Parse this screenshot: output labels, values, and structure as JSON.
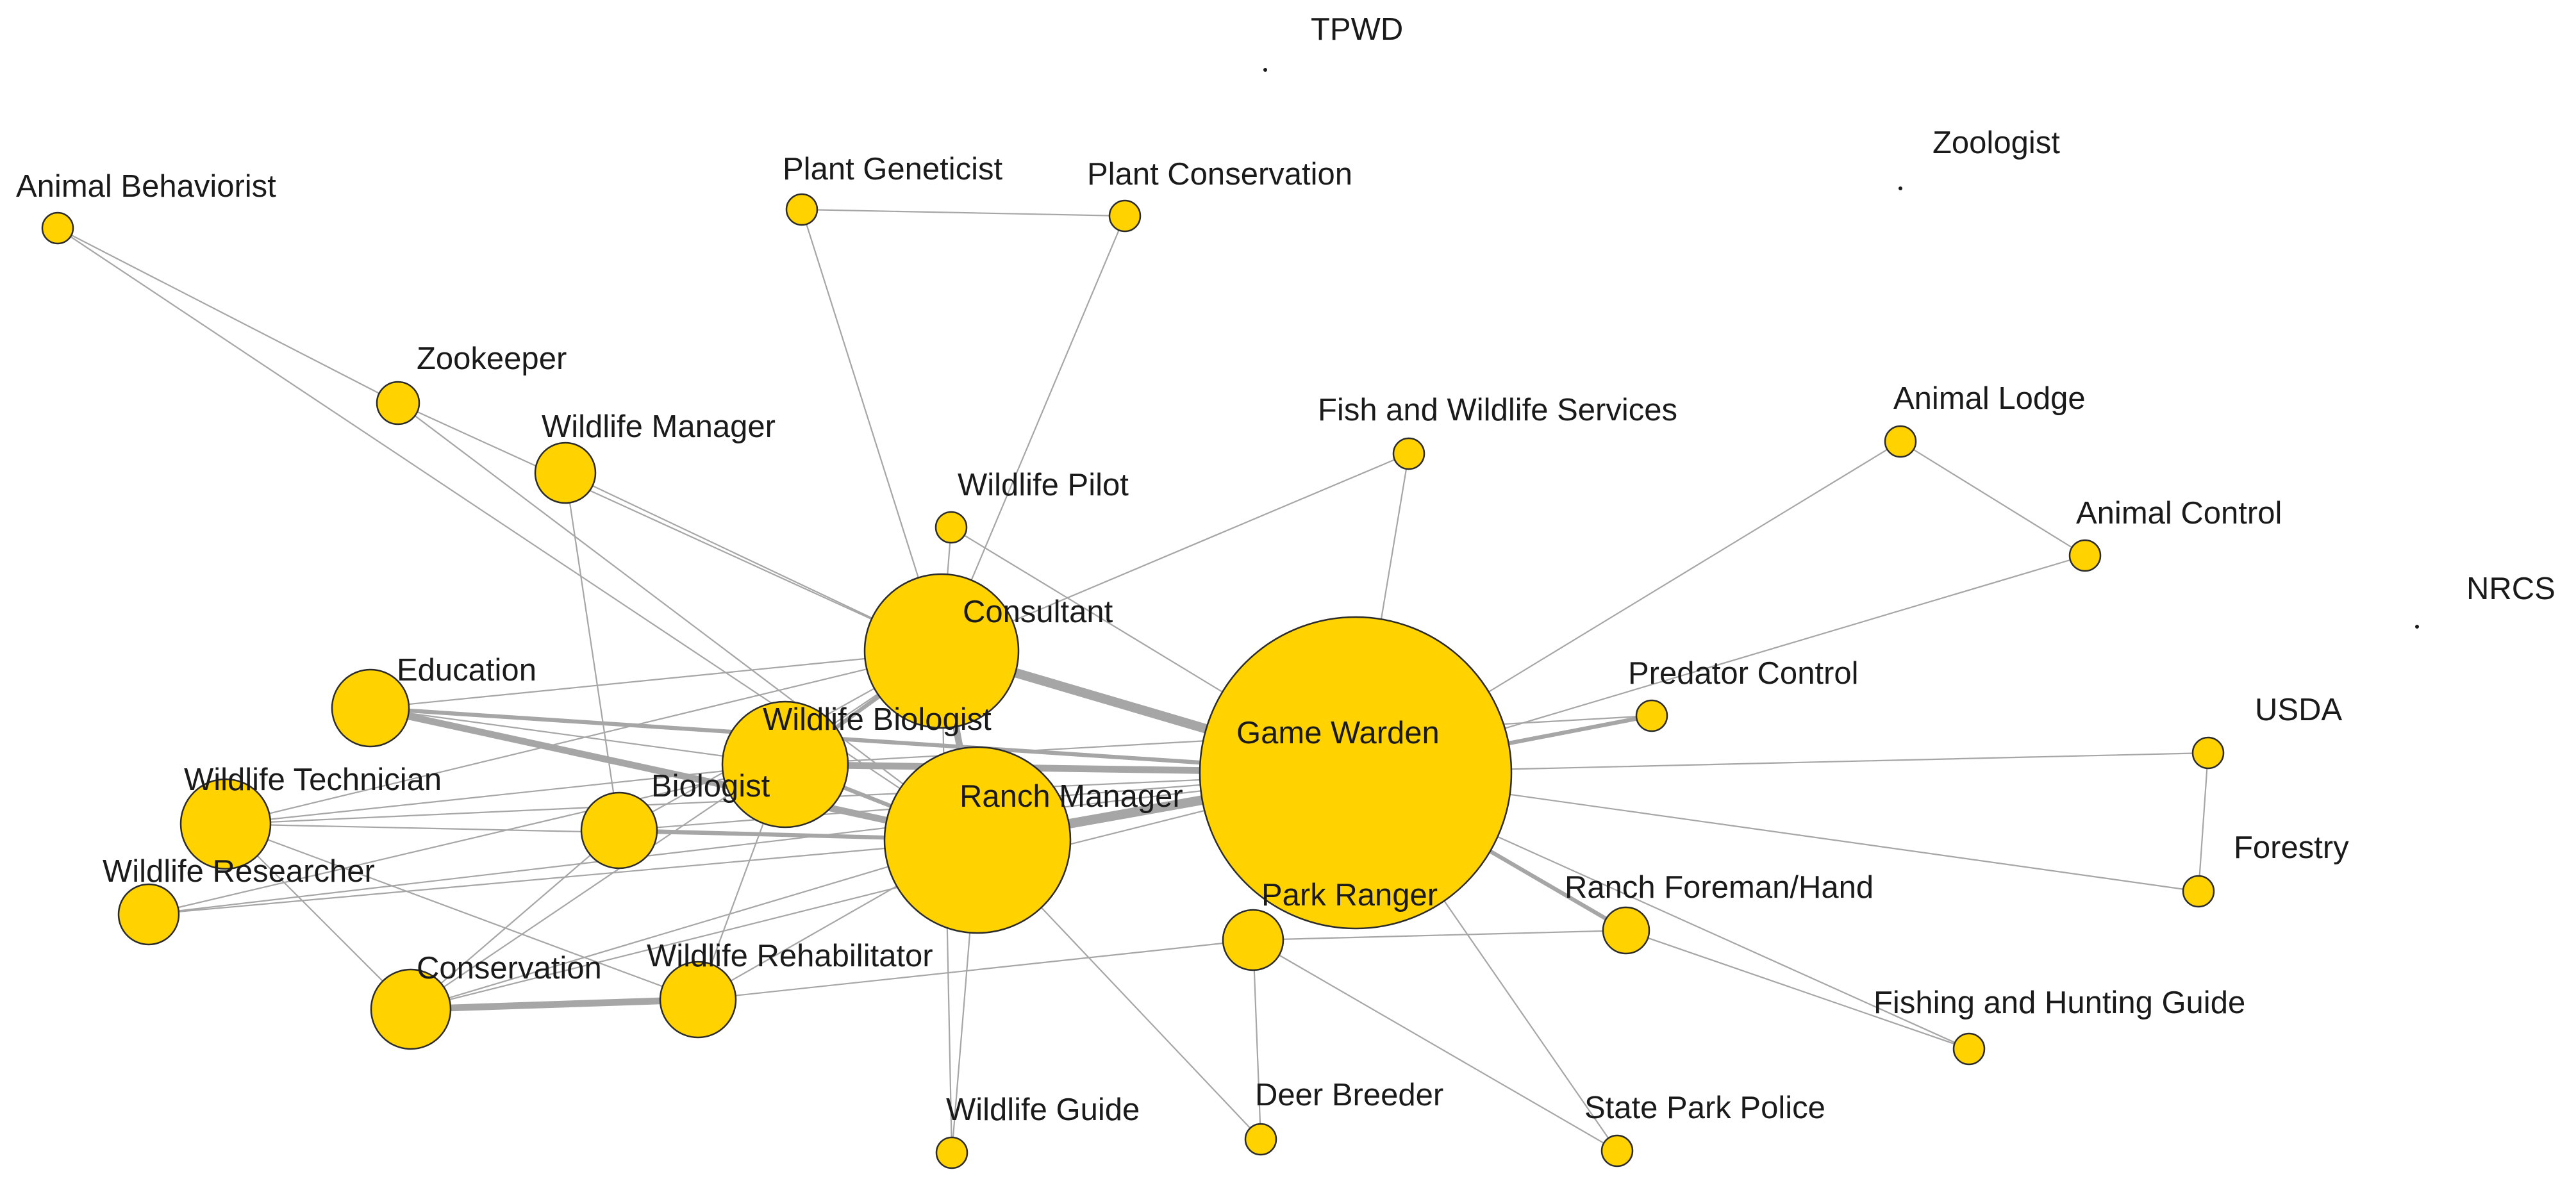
{
  "network": {
    "node_color": "#FFD200",
    "edge_color": "#A6A6A6",
    "nodes": [
      {
        "id": "tpwd",
        "label": "TPWD",
        "degree": 0
      },
      {
        "id": "zoologist",
        "label": "Zoologist",
        "degree": 0
      },
      {
        "id": "nrcs",
        "label": "NRCS",
        "degree": 0
      },
      {
        "id": "animal_behaviorist",
        "label": "Animal Behaviorist",
        "degree": 2
      },
      {
        "id": "plant_geneticist",
        "label": "Plant Geneticist",
        "degree": 2
      },
      {
        "id": "plant_conservation",
        "label": "Plant Conservation",
        "degree": 2
      },
      {
        "id": "zookeeper",
        "label": "Zookeeper",
        "degree": 3
      },
      {
        "id": "wildlife_manager",
        "label": "Wildlife Manager",
        "degree": 5
      },
      {
        "id": "fish_wildlife",
        "label": "Fish and Wildlife Services",
        "degree": 2
      },
      {
        "id": "animal_lodge",
        "label": "Animal Lodge",
        "degree": 2
      },
      {
        "id": "animal_control",
        "label": "Animal Control",
        "degree": 2
      },
      {
        "id": "wildlife_pilot",
        "label": "Wildlife Pilot",
        "degree": 2
      },
      {
        "id": "consultant",
        "label": "Consultant",
        "degree": 15
      },
      {
        "id": "education",
        "label": "Education",
        "degree": 6
      },
      {
        "id": "predator_control",
        "label": "Predator Control",
        "degree": 2
      },
      {
        "id": "usda",
        "label": "USDA",
        "degree": 2
      },
      {
        "id": "wildlife_biologist",
        "label": "Wildlife Biologist",
        "degree": 10
      },
      {
        "id": "game_warden",
        "label": "Game Warden",
        "degree": 28
      },
      {
        "id": "wildlife_technician",
        "label": "Wildlife Technician",
        "degree": 6
      },
      {
        "id": "biologist",
        "label": "Biologist",
        "degree": 5
      },
      {
        "id": "ranch_manager",
        "label": "Ranch Manager",
        "degree": 16
      },
      {
        "id": "forestry",
        "label": "Forestry",
        "degree": 2
      },
      {
        "id": "wildlife_researcher",
        "label": "Wildlife Researcher",
        "degree": 4
      },
      {
        "id": "park_ranger",
        "label": "Park Ranger",
        "degree": 4
      },
      {
        "id": "ranch_foreman",
        "label": "Ranch Foreman/Hand",
        "degree": 3
      },
      {
        "id": "conservation",
        "label": "Conservation",
        "degree": 5
      },
      {
        "id": "wildlife_rehabilitator",
        "label": "Wildlife Rehabilitator",
        "degree": 5
      },
      {
        "id": "fishing_hunting_guide",
        "label": "Fishing and Hunting Guide",
        "degree": 2
      },
      {
        "id": "wildlife_guide",
        "label": "Wildlife Guide",
        "degree": 2
      },
      {
        "id": "deer_breeder",
        "label": "Deer Breeder",
        "degree": 2
      },
      {
        "id": "state_park_police",
        "label": "State Park Police",
        "degree": 2
      }
    ],
    "edges": [
      {
        "source": "plant_geneticist",
        "target": "plant_conservation",
        "weight": 1
      },
      {
        "source": "plant_geneticist",
        "target": "consultant",
        "weight": 1
      },
      {
        "source": "plant_conservation",
        "target": "consultant",
        "weight": 1
      },
      {
        "source": "animal_behaviorist",
        "target": "zookeeper",
        "weight": 1
      },
      {
        "source": "animal_behaviorist",
        "target": "ranch_manager",
        "weight": 1
      },
      {
        "source": "zookeeper",
        "target": "consultant",
        "weight": 1
      },
      {
        "source": "zookeeper",
        "target": "ranch_manager",
        "weight": 1
      },
      {
        "source": "wildlife_manager",
        "target": "consultant",
        "weight": 1
      },
      {
        "source": "wildlife_manager",
        "target": "biologist",
        "weight": 1
      },
      {
        "source": "wildlife_pilot",
        "target": "consultant",
        "weight": 1
      },
      {
        "source": "wildlife_pilot",
        "target": "game_warden",
        "weight": 1
      },
      {
        "source": "fish_wildlife",
        "target": "consultant",
        "weight": 1
      },
      {
        "source": "fish_wildlife",
        "target": "game_warden",
        "weight": 1
      },
      {
        "source": "animal_lodge",
        "target": "animal_control",
        "weight": 1
      },
      {
        "source": "animal_lodge",
        "target": "game_warden",
        "weight": 1
      },
      {
        "source": "animal_control",
        "target": "game_warden",
        "weight": 1
      },
      {
        "source": "predator_control",
        "target": "game_warden",
        "weight": 2
      },
      {
        "source": "predator_control",
        "target": "wildlife_biologist",
        "weight": 1
      },
      {
        "source": "usda",
        "target": "forestry",
        "weight": 1
      },
      {
        "source": "usda",
        "target": "game_warden",
        "weight": 1
      },
      {
        "source": "forestry",
        "target": "game_warden",
        "weight": 1
      },
      {
        "source": "consultant",
        "target": "game_warden",
        "weight": 4
      },
      {
        "source": "consultant",
        "target": "ranch_manager",
        "weight": 3
      },
      {
        "source": "consultant",
        "target": "wildlife_biologist",
        "weight": 2
      },
      {
        "source": "consultant",
        "target": "education",
        "weight": 1
      },
      {
        "source": "consultant",
        "target": "wildlife_technician",
        "weight": 1
      },
      {
        "source": "consultant",
        "target": "conservation",
        "weight": 1
      },
      {
        "source": "consultant",
        "target": "biologist",
        "weight": 1
      },
      {
        "source": "consultant",
        "target": "wildlife_guide",
        "weight": 1
      },
      {
        "source": "education",
        "target": "ranch_manager",
        "weight": 3
      },
      {
        "source": "education",
        "target": "game_warden",
        "weight": 2
      },
      {
        "source": "education",
        "target": "wildlife_biologist",
        "weight": 1
      },
      {
        "source": "wildlife_biologist",
        "target": "game_warden",
        "weight": 3
      },
      {
        "source": "wildlife_biologist",
        "target": "ranch_manager",
        "weight": 2
      },
      {
        "source": "wildlife_biologist",
        "target": "wildlife_technician",
        "weight": 1
      },
      {
        "source": "wildlife_biologist",
        "target": "wildlife_researcher",
        "weight": 1
      },
      {
        "source": "wildlife_biologist",
        "target": "wildlife_rehabilitator",
        "weight": 1
      },
      {
        "source": "wildlife_technician",
        "target": "ranch_manager",
        "weight": 1
      },
      {
        "source": "wildlife_technician",
        "target": "game_warden",
        "weight": 1
      },
      {
        "source": "wildlife_technician",
        "target": "conservation",
        "weight": 1
      },
      {
        "source": "wildlife_technician",
        "target": "wildlife_rehabilitator",
        "weight": 1
      },
      {
        "source": "biologist",
        "target": "ranch_manager",
        "weight": 2
      },
      {
        "source": "biologist",
        "target": "game_warden",
        "weight": 1
      },
      {
        "source": "biologist",
        "target": "conservation",
        "weight": 1
      },
      {
        "source": "wildlife_researcher",
        "target": "ranch_manager",
        "weight": 1
      },
      {
        "source": "wildlife_researcher",
        "target": "game_warden",
        "weight": 1
      },
      {
        "source": "ranch_manager",
        "target": "game_warden",
        "weight": 4
      },
      {
        "source": "ranch_manager",
        "target": "conservation",
        "weight": 1
      },
      {
        "source": "ranch_manager",
        "target": "wildlife_rehabilitator",
        "weight": 1
      },
      {
        "source": "ranch_manager",
        "target": "deer_breeder",
        "weight": 1
      },
      {
        "source": "ranch_manager",
        "target": "wildlife_guide",
        "weight": 1
      },
      {
        "source": "game_warden",
        "target": "ranch_foreman",
        "weight": 2
      },
      {
        "source": "game_warden",
        "target": "fishing_hunting_guide",
        "weight": 1
      },
      {
        "source": "game_warden",
        "target": "state_park_police",
        "weight": 1
      },
      {
        "source": "game_warden",
        "target": "conservation",
        "weight": 1
      },
      {
        "source": "park_ranger",
        "target": "ranch_foreman",
        "weight": 1
      },
      {
        "source": "park_ranger",
        "target": "deer_breeder",
        "weight": 1
      },
      {
        "source": "park_ranger",
        "target": "state_park_police",
        "weight": 1
      },
      {
        "source": "park_ranger",
        "target": "wildlife_rehabilitator",
        "weight": 1
      },
      {
        "source": "ranch_foreman",
        "target": "fishing_hunting_guide",
        "weight": 1
      },
      {
        "source": "conservation",
        "target": "wildlife_rehabilitator",
        "weight": 3
      }
    ]
  }
}
